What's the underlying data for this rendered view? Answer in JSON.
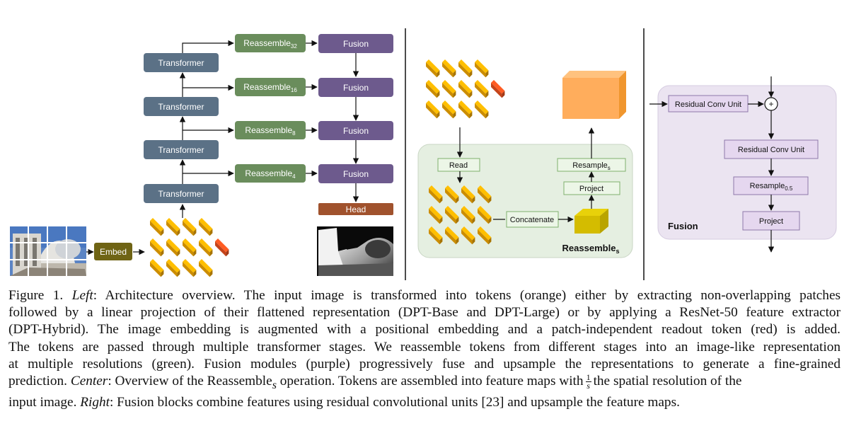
{
  "figure": {
    "left": {
      "embed_label": "Embed",
      "transformer_labels": [
        "Transformer",
        "Transformer",
        "Transformer",
        "Transformer"
      ],
      "reassemble_base": "Reassemble",
      "reassemble_subs": [
        "32",
        "16",
        "8",
        "4"
      ],
      "fusion_labels": [
        "Fusion",
        "Fusion",
        "Fusion",
        "Fusion"
      ],
      "head_label": "Head"
    },
    "center": {
      "read_label": "Read",
      "concatenate_label": "Concatenate",
      "resample_base": "Resample",
      "resample_sub": "s",
      "project_label": "Project",
      "panel_title_base": "Reassemble",
      "panel_title_sub": "s"
    },
    "right": {
      "residual_conv_1": "Residual Conv Unit",
      "residual_conv_2": "Residual Conv Unit",
      "resample_base": "Resample",
      "resample_sub": "0.5",
      "project_label": "Project",
      "panel_title": "Fusion",
      "plus_symbol": "+"
    },
    "colors": {
      "transformer": "#5b7186",
      "reassemble": "#6a8d5c",
      "fusion": "#6d5a8d",
      "head": "#a0522d",
      "embed": "#6f6415",
      "token": "#f0a600",
      "readout_token": "#e8501e",
      "panel_green": "#e5efe1",
      "panel_purple": "#ebe4f1",
      "small_green_box": "#ecf6e7",
      "small_purple_box": "#e5d7ef"
    }
  },
  "caption": {
    "fig_label": "Figure 1.",
    "left_term": "Left",
    "seg1": ":  Architecture overview.  The input image is transformed into tokens (orange) either by extracting non-overlapping patches",
    "line2": "followed by a linear projection of their flattened representation (DPT-Base and DPT-Large) or by applying a ResNet-50 feature extractor",
    "line3": "(DPT-Hybrid).  The image embedding is augmented with a positional embedding and a patch-independent readout token (red) is added.",
    "line4": "The tokens are passed through multiple transformer stages.  We reassemble tokens from different stages into an image-like representation",
    "line5": "at multiple resolutions (green).  Fusion modules (purple) progressively fuse and upsample the representations to generate a fine-grained",
    "line6a": "prediction.",
    "center_term": "Center",
    "line6b": ": Overview of the Reassemble",
    "line6_sub": "s",
    "line6c": " operation.  Tokens are assembled into feature maps with",
    "frac_num": "1",
    "frac_den": "s",
    "line6d": "the spatial resolution of the",
    "line7a": "input image.",
    "right_term": "Right",
    "line7b": ": Fusion blocks combine features using residual convolutional units [23] and upsample the feature maps."
  }
}
